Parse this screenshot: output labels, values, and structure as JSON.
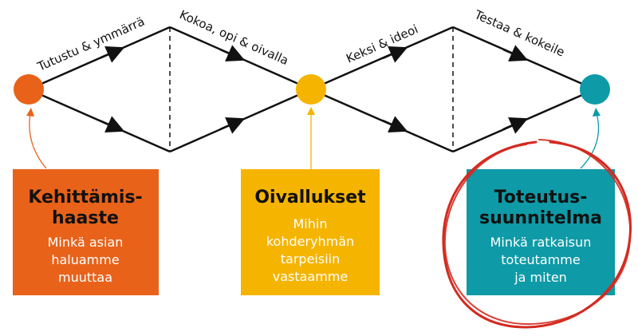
{
  "stages": {
    "discover": "Tutustu & ymmärrä",
    "define": "Kokoa, opi & oivalla",
    "develop": "Keksi & ideoi",
    "deliver": "Testaa & kokeile"
  },
  "boxes": {
    "challenge": {
      "title_line1": "Kehittämis-",
      "title_line2": "haaste",
      "sub_line1": "Minkä asian",
      "sub_line2": "haluamme",
      "sub_line3": "muuttaa"
    },
    "insights": {
      "title_line1": "Oivallukset",
      "sub_line1": "Mihin",
      "sub_line2": "kohderyhmän",
      "sub_line3": "tarpeisiin",
      "sub_line4": "vastaamme"
    },
    "plan": {
      "title_line1": "Toteutus-",
      "title_line2": "suunnitelma",
      "sub_line1": "Minkä ratkaisun",
      "sub_line2": "toteutamme",
      "sub_line3": "ja miten"
    }
  },
  "colors": {
    "orange": "#E8621A",
    "yellow": "#F5B400",
    "teal": "#0E9AA7",
    "red_circle": "#D42A20",
    "line": "#111111",
    "box_text_light": "#ffffff",
    "box_text_dark": "#111111"
  }
}
